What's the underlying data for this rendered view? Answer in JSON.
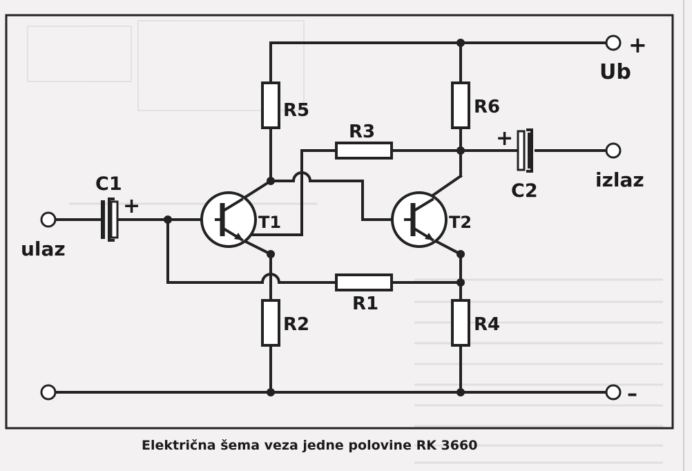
{
  "diagram": {
    "caption": "Električna šema veza jedne polovine RK 3660",
    "terminals": {
      "plus_sign": "+",
      "ub_label": "Ub",
      "output_label": "izlaz",
      "input_label": "ulaz",
      "minus_sign": "–"
    },
    "components": {
      "c1": "C1",
      "c1_plus": "+",
      "c2": "C2",
      "c2_plus": "+",
      "t1": "T1",
      "t2": "T2",
      "r1": "R1",
      "r2": "R2",
      "r3": "R3",
      "r4": "R4",
      "r5": "R5",
      "r6": "R6"
    }
  },
  "colors": {
    "background": "#f3f1f2",
    "ink": "#222222",
    "bleed_through": "#c9c6c8"
  }
}
